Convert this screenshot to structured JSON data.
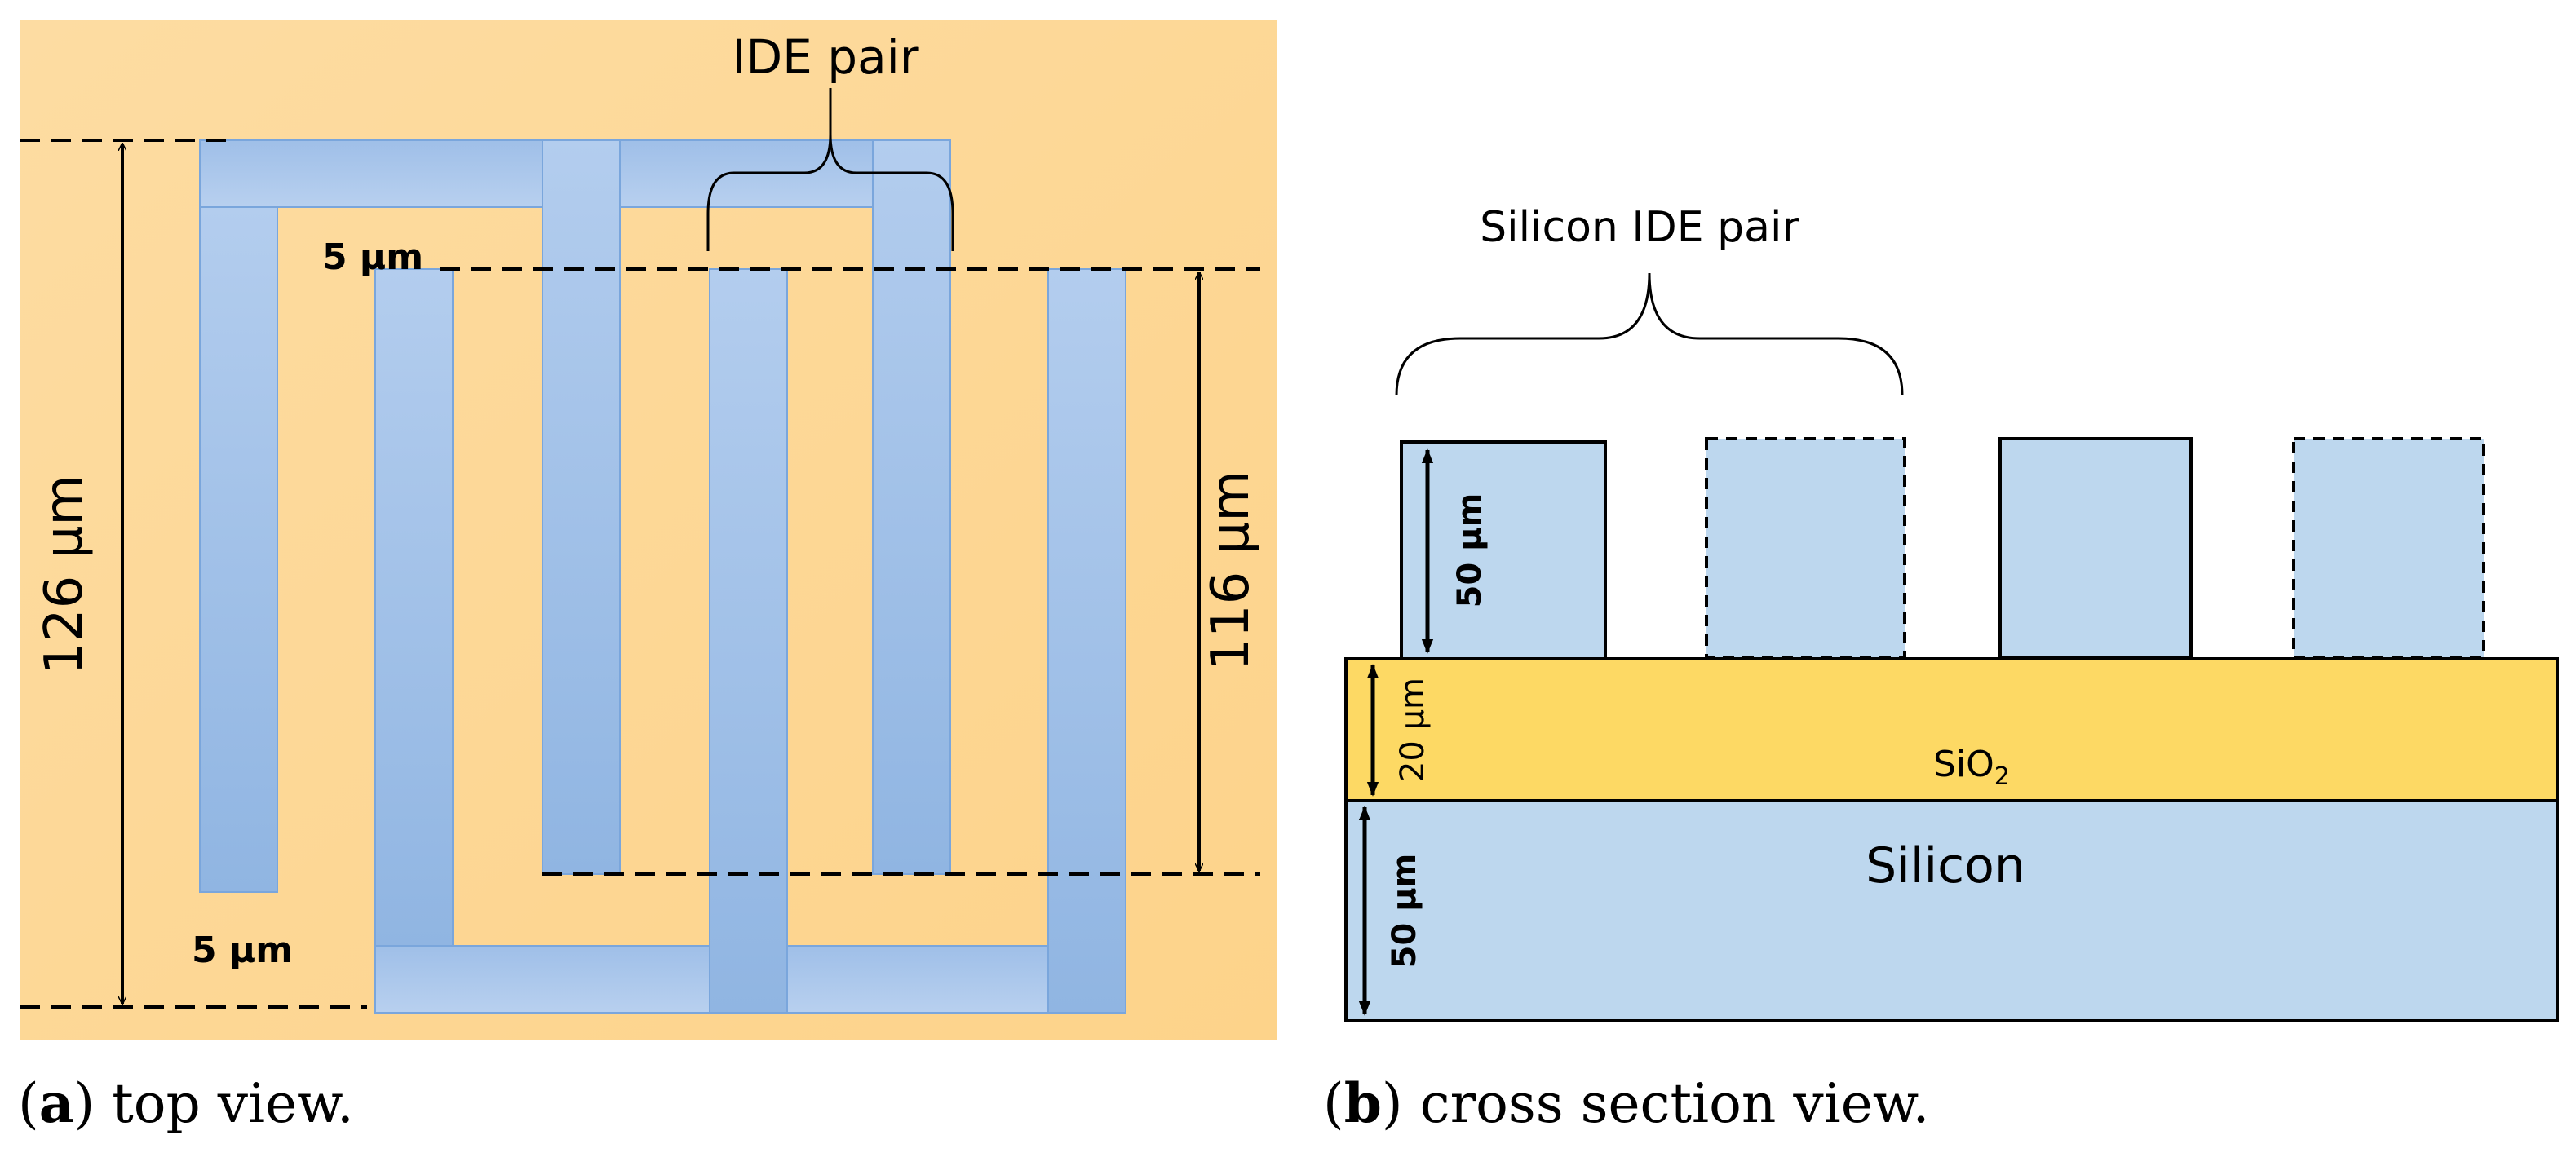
{
  "panel_a": {
    "label": "IDE pair",
    "dim_126": "126 µm",
    "dim_116": "116 µm",
    "gap_top": "5 µm",
    "gap_bottom": "5 µm",
    "caption_letter": "a",
    "caption_text": " top view.",
    "colors": {
      "background": "#fdd89a",
      "electrode": "#a9c6ea",
      "electrode_edge": "#6f9fd8"
    }
  },
  "panel_b": {
    "label": "Silicon IDE pair",
    "dim_finger": "50 µm",
    "dim_oxide": "20 µm",
    "dim_substrate": "50 µm",
    "oxide_label": "SiO",
    "oxide_subscript": "2",
    "substrate_label": "Silicon",
    "caption_letter": "b",
    "caption_text": " cross section view.",
    "colors": {
      "oxide": "#fdd964",
      "silicon": "#bdd7ee"
    }
  }
}
